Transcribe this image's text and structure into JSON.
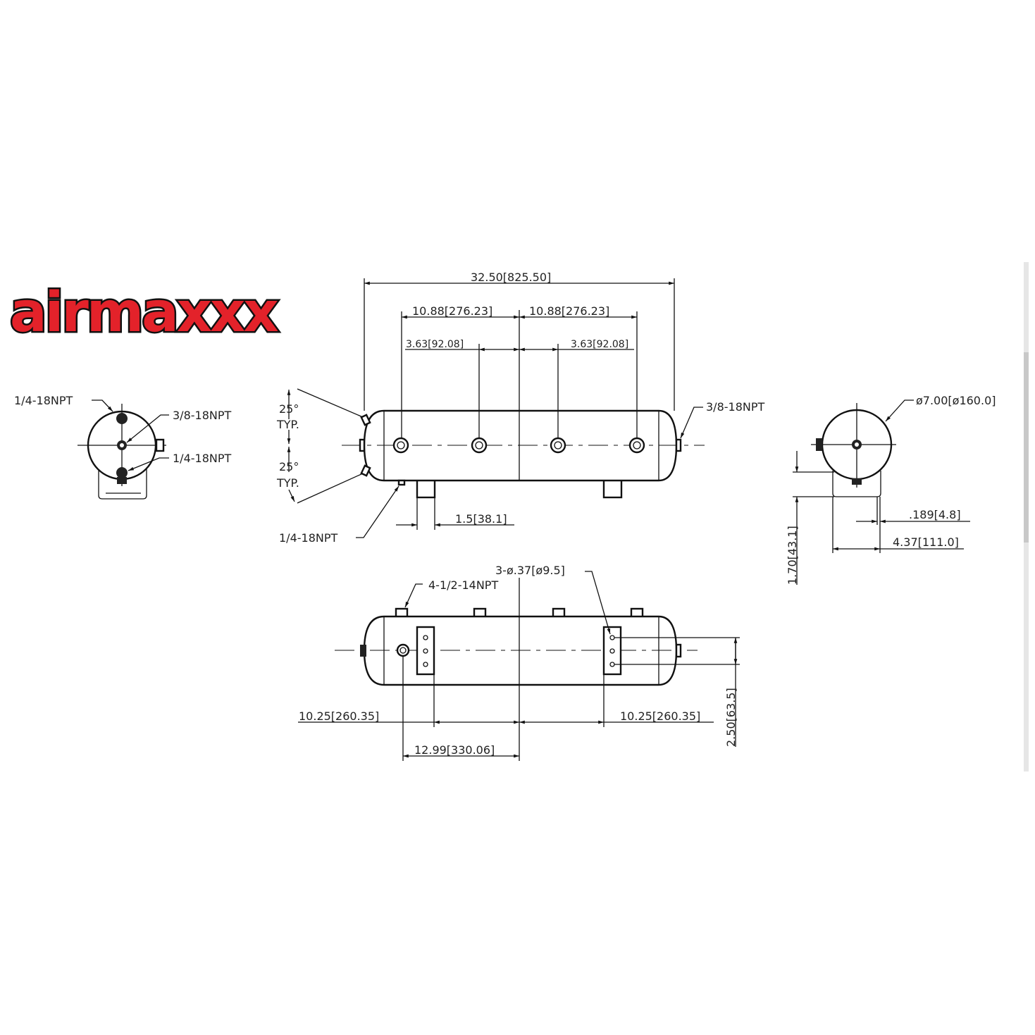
{
  "logo": {
    "text": "airmaxxx",
    "color": "#e3222a"
  },
  "left_view": {
    "label_top": "1/4-18NPT",
    "label_center": "3/8-18NPT",
    "label_bottom": "1/4-18NPT"
  },
  "front_view": {
    "overall_length": "32.50[825.50]",
    "spacing_left": "10.88[276.23]",
    "spacing_right": "10.88[276.23]",
    "inner_left": "3.63[92.08]",
    "inner_right": "3.63[92.08]",
    "angle_top": "25°",
    "angle_top_typ": "TYP.",
    "angle_bottom": "25°",
    "angle_bottom_typ": "TYP.",
    "port_right": "3/8-18NPT",
    "port_bottom": "1/4-18NPT",
    "foot_offset": "1.5[38.1]"
  },
  "right_view": {
    "diameter": "ø7.00[ø160.0]",
    "thickness": ".189[4.8]",
    "bracket_width": "4.37[111.0]",
    "bracket_height": "1.70[43.1]"
  },
  "bottom_view": {
    "holes": "3-ø.37[ø9.5]",
    "ports": "4-1/2-14NPT",
    "left_offset": "10.25[260.35]",
    "right_offset": "10.25[260.35]",
    "center_offset": "12.99[330.06]",
    "hole_spacing": "2.50[63.5]"
  }
}
